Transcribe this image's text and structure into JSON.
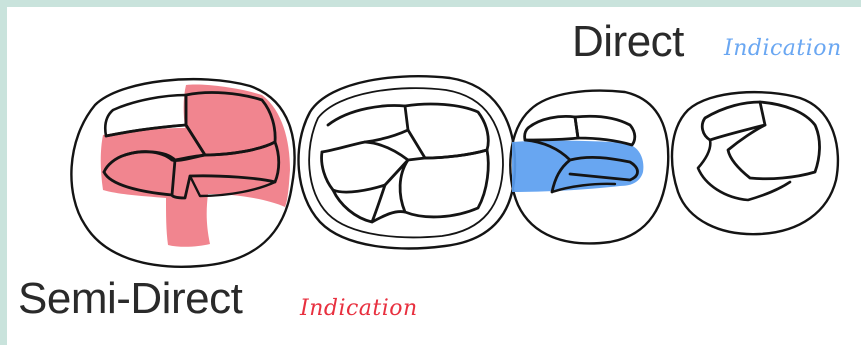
{
  "labels": {
    "direct_title": "Direct",
    "direct_indication": "Indication",
    "semi_title": "Semi-Direct",
    "semi_indication": "Indication"
  },
  "colors": {
    "frame_green": "#c9e3dc",
    "semi_direct_fill": "#f07b86",
    "direct_fill": "#5b9ef0",
    "outline": "#141414",
    "direct_indication_text": "#6aa7f2",
    "semi_indication_text": "#e8303f"
  },
  "teeth": [
    {
      "name": "molar-left",
      "highlight": "semi-direct"
    },
    {
      "name": "molar-center",
      "highlight": "none"
    },
    {
      "name": "premolar-left",
      "highlight": "direct"
    },
    {
      "name": "premolar-right",
      "highlight": "none"
    }
  ]
}
